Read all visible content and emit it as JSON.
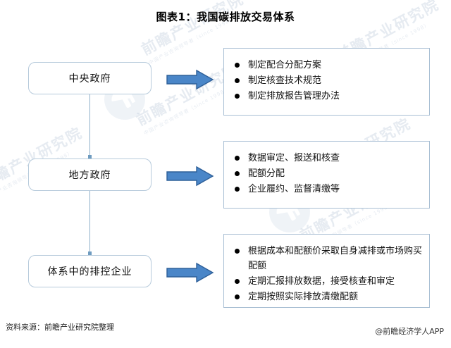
{
  "title": "图表1：我国碳排放交易体系",
  "diagram": {
    "actors": [
      {
        "label": "中央政府"
      },
      {
        "label": "地方政府"
      },
      {
        "label": "体系中的排控企业"
      }
    ],
    "arrows": [
      {
        "name": "arrow-central-government"
      },
      {
        "name": "arrow-local-government"
      },
      {
        "name": "arrow-covered-enterprises"
      }
    ],
    "details": [
      {
        "bullets": [
          "制定配合分配方案",
          "制定核查技术规范",
          "制定排放报告管理办法"
        ]
      },
      {
        "bullets": [
          "数据审定、报送和核查",
          "配额分配",
          "企业履约、监督清缴等"
        ]
      },
      {
        "bullets": [
          "根据成本和配额价采取自身减排或市场购买配额",
          "定期汇报排放数据，接受核查和审定",
          "定期按照实际排放清缴配额"
        ]
      }
    ]
  },
  "footer": {
    "source": "资料来源：前瞻产业研究院整理",
    "brand": "@前瞻经济学人APP"
  },
  "watermark": {
    "text": "前瞻产业研究院",
    "subtext": "中国产业咨询领导者（since 1998）"
  },
  "colors": {
    "arrow_fill": "#4a86c8",
    "arrow_stroke": "#2f6099",
    "box_border": "#a9bfd4",
    "actor_border": "#b6cadb",
    "connector": "#8fb0ca",
    "watermark": "#c9d4e2"
  }
}
